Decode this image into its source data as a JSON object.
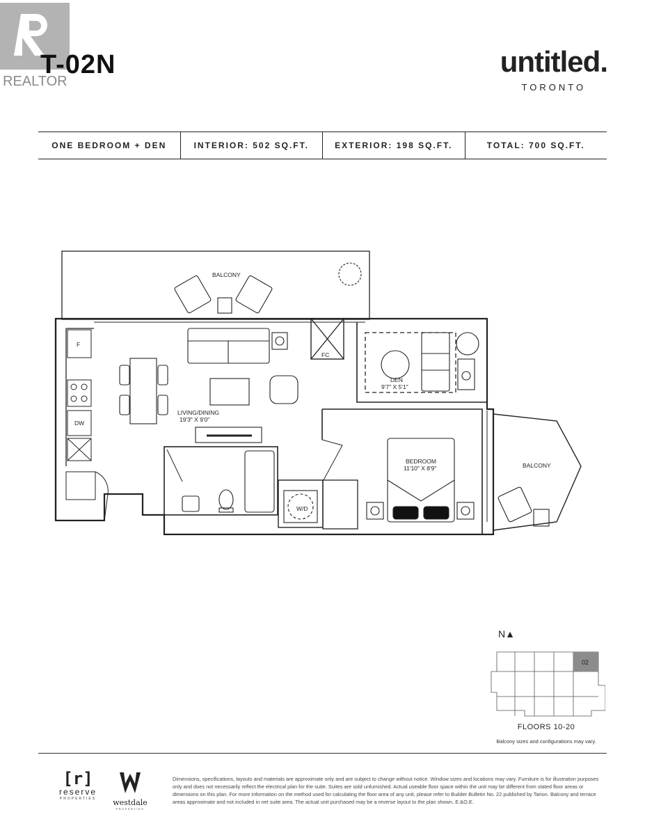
{
  "realtor_logo": {
    "label": "REALTOR"
  },
  "header": {
    "unit_name": "T-02N",
    "brand_name": "untitled.",
    "brand_city": "TORONTO"
  },
  "specs": [
    "ONE BEDROOM + DEN",
    "INTERIOR: 502 SQ.FT.",
    "EXTERIOR: 198 SQ.FT.",
    "TOTAL: 700 SQ.FT."
  ],
  "plan": {
    "balcony_top": "BALCONY",
    "fridge": "F",
    "dishwasher": "DW",
    "fireplace": "FC",
    "den_name": "DEN",
    "den_size": "9'7\" X 5'1\"",
    "living_name": "LIVING/DINING",
    "living_size": "19'3\" X 9'0\"",
    "bedroom_name": "BEDROOM",
    "bedroom_size": "11'10\" X 8'9\"",
    "balcony_right": "BALCONY",
    "washer_dryer": "W/D"
  },
  "keyplan": {
    "north": "N▲",
    "unit_tag": "02",
    "floors": "FLOORS 10-20",
    "note": "Balcony sizes and configurations may vary."
  },
  "footer": {
    "reserve_mark": "[r]",
    "reserve_name": "reserve",
    "reserve_sub": "PROPERTIES",
    "westdale_name": "westdale",
    "westdale_sub": "PROPERTIES",
    "disclaimer": "Dimensions, specifications, layouts and materials are approximate only and are subject to change without notice. Window sizes and locations may vary. Furniture is for illustration purposes only and does not necessarily reflect the electrical plan for the suite. Suites are sold unfurnished. Actual useable floor space within the unit may be different from stated floor areas or dimensions on this plan. For more information on the method used for calculating the floor area of any unit, please refer to Builder Bulletin No. 22 published by Tarion. Balcony and terrace areas approximate and not included in net suite area. The actual unit purchased may be a reverse layout to the plan shown. E.&O.E."
  }
}
